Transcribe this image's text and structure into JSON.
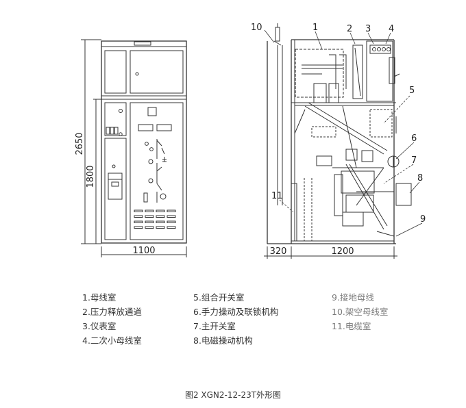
{
  "front_view": {
    "width_dim": "1100",
    "height_dim": "2650",
    "lower_height_dim": "1800"
  },
  "side_view": {
    "left_depth_dim": "320",
    "depth_dim": "1200",
    "callouts": [
      "1",
      "2",
      "3",
      "4",
      "5",
      "6",
      "7",
      "8",
      "9",
      "10",
      "11"
    ]
  },
  "legend": {
    "col1": [
      "1.母线室",
      "2.压力释放通道",
      "3.仪表室",
      "4.二次小母线室"
    ],
    "col2": [
      "5.组合开关室",
      "6.手力操动及联锁机构",
      "7.主开关室",
      "8.电磁操动机构"
    ],
    "col3": [
      "9.接地母线",
      "10.架空母线室",
      "11.电缆室"
    ]
  },
  "caption": "图2 XGN2-12-23T外形图",
  "colors": {
    "line": "#333333",
    "background": "#ffffff"
  }
}
